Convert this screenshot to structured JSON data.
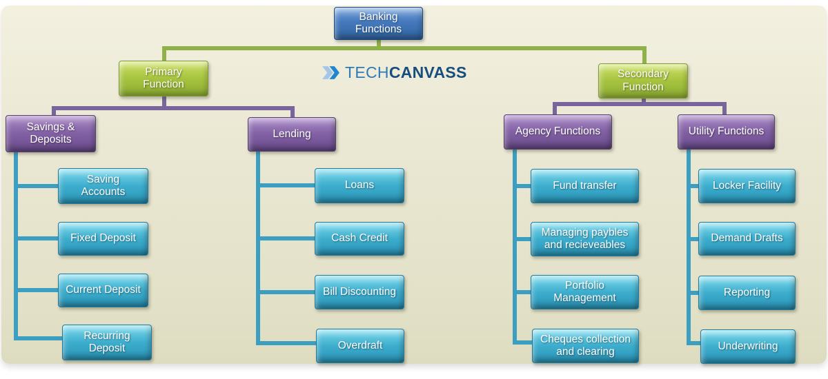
{
  "diagram_title": "Banking Functions",
  "logo": {
    "brand_part1": "TECH",
    "brand_part2": "CANVASS",
    "icon": "double-chevron-icon"
  },
  "colors": {
    "root_box": "#3c71b3",
    "function_box": "#9ebc39",
    "category_box": "#7d5a9e",
    "leaf_box": "#35a7c8",
    "connector_green": "#8fb148",
    "connector_purple": "#77659b",
    "connector_teal": "#3c9ec0",
    "background_panel": "#e9e7d2",
    "logo_tech_color": "#2e7ab8",
    "logo_canvass_color": "#174e7e"
  },
  "tree": {
    "root": {
      "label": "Banking\nFunctions"
    },
    "level1": [
      {
        "label": "Primary\nFunction"
      },
      {
        "label": "Secondary\nFunction"
      }
    ],
    "level2": [
      {
        "label": "Savings &\nDeposits",
        "children": [
          {
            "label": "Saving\nAccounts"
          },
          {
            "label": "Fixed Deposit"
          },
          {
            "label": "Current Deposit"
          },
          {
            "label": "Recurring\nDeposit"
          }
        ]
      },
      {
        "label": "Lending",
        "children": [
          {
            "label": "Loans"
          },
          {
            "label": "Cash Credit"
          },
          {
            "label": "Bill Discounting"
          },
          {
            "label": "Overdraft"
          }
        ]
      },
      {
        "label": "Agency Functions",
        "children": [
          {
            "label": "Fund transfer"
          },
          {
            "label": "Managing paybles\nand recieveables"
          },
          {
            "label": "Portfolio\nManagement"
          },
          {
            "label": "Cheques collection\nand clearing"
          }
        ]
      },
      {
        "label": "Utility Functions",
        "children": [
          {
            "label": "Locker Facility"
          },
          {
            "label": "Demand Drafts"
          },
          {
            "label": "Reporting"
          },
          {
            "label": "Underwriting"
          }
        ]
      }
    ]
  }
}
